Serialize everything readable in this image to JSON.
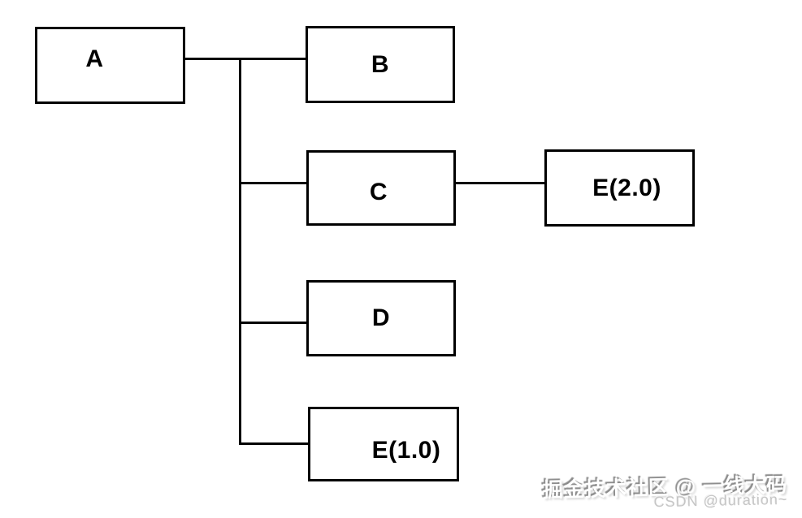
{
  "diagram": {
    "type": "dependency-tree",
    "nodes": [
      {
        "id": "A",
        "label": "A"
      },
      {
        "id": "B",
        "label": "B"
      },
      {
        "id": "C",
        "label": "C"
      },
      {
        "id": "E2",
        "label": "E(2.0)"
      },
      {
        "id": "D",
        "label": "D"
      },
      {
        "id": "E1",
        "label": "E(1.0)"
      }
    ],
    "edges": [
      {
        "from": "A",
        "to": "B"
      },
      {
        "from": "A",
        "to": "C"
      },
      {
        "from": "A",
        "to": "D"
      },
      {
        "from": "A",
        "to": "E(1.0)"
      },
      {
        "from": "C",
        "to": "E(2.0)"
      }
    ]
  },
  "watermark": {
    "line1": "掘金技术社区 @ 一线大码",
    "line2": "CSDN @duration~"
  },
  "colors": {
    "background": "#ffffff",
    "line": "#000000",
    "node_border": "#000000",
    "node_text": "#000000",
    "watermark_text": "#ffffff",
    "watermark_shadow": "#8a8a8a",
    "watermark_sub_text": "#c6c6c6"
  }
}
